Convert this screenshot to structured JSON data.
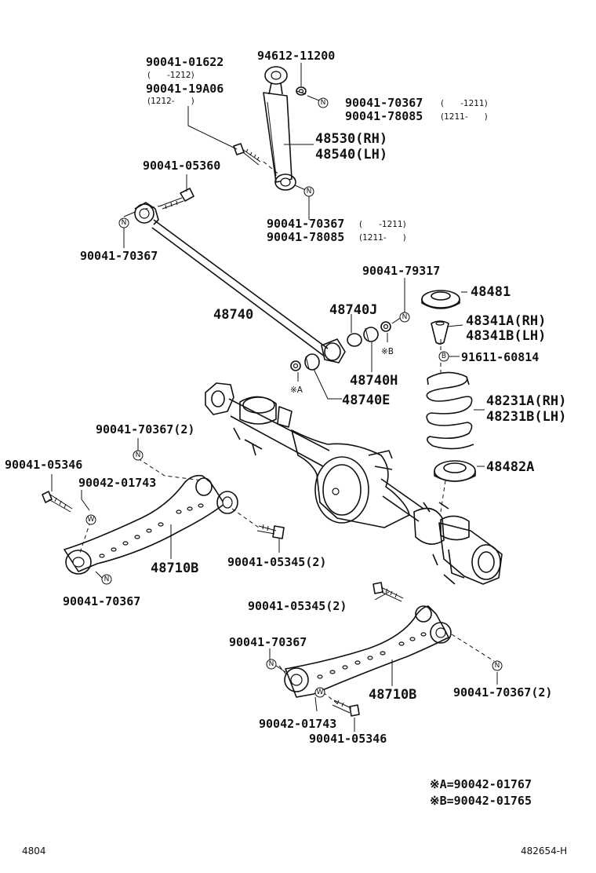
{
  "diagram": {
    "labels": {
      "l01": "90041-01622",
      "l01r": "(　　-1212)",
      "l02": "90041-19A06",
      "l02r": "(1212-　　)",
      "l03": "94612-11200",
      "l04": "90041-70367",
      "l04r": "(　　-1211)",
      "l05": "90041-78085",
      "l05r": "(1211-　　)",
      "l06": "48530(RH)",
      "l07": "48540(LH)",
      "l08": "90041-05360",
      "l09": "90041-70367",
      "l09r": "(　　-1211)",
      "l10": "90041-78085",
      "l10r": "(1211-　　)",
      "l11": "90041-70367",
      "l12": "90041-79317",
      "l13": "48481",
      "l14": "48740",
      "l15": "48740J",
      "l16": "48341A(RH)",
      "l17": "48341B(LH)",
      "l18": "※B",
      "l19": "91611-60814",
      "l20": "48740H",
      "l21": "※A",
      "l22": "48740E",
      "l23": "48231A(RH)",
      "l24": "48231B(LH)",
      "l25": "90041-70367(2)",
      "l26": "48482A",
      "l27": "90041-05346",
      "l28": "90042-01743",
      "l29": "48710B",
      "l30": "90041-05345(2)",
      "l31": "90041-70367",
      "l32": "90041-05345(2)",
      "l33": "90041-70367",
      "l34": "48710B",
      "l35": "90041-70367(2)",
      "l36": "90042-01743",
      "l37": "90041-05346",
      "l38": "※A=90042-01767",
      "l39": "※B=90042-01765"
    },
    "tags": {
      "n": "N",
      "w": "W",
      "b": "B"
    },
    "footer": {
      "left": "4804",
      "right": "482654-H"
    }
  }
}
